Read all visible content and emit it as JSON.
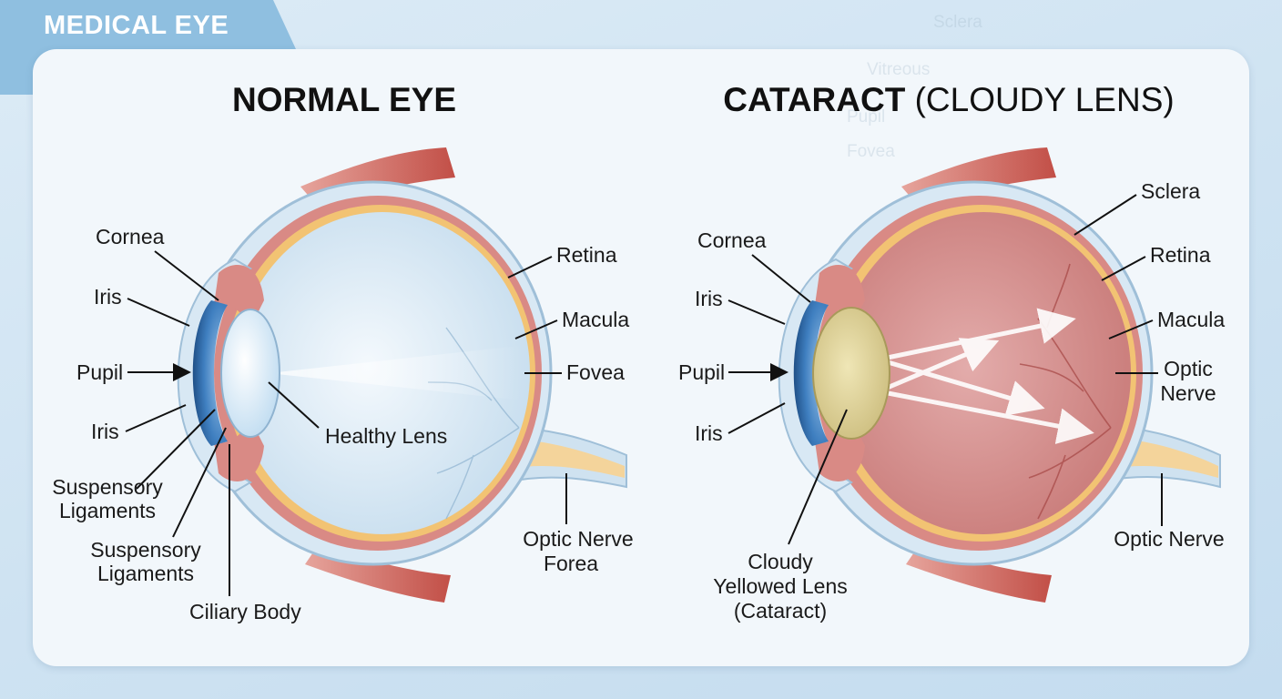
{
  "header": {
    "corner_label": "MEDICAL EYE"
  },
  "background_labels": [
    "Sclera",
    "Vitreous",
    "Pupil",
    "Fovea"
  ],
  "normal_eye": {
    "title": "NORMAL EYE",
    "labels": {
      "cornea": "Cornea",
      "iris_top": "Iris",
      "pupil": "Pupil",
      "iris_bottom": "Iris",
      "suspensory_1_line1": "Suspensory",
      "suspensory_1_line2": "Ligaments",
      "suspensory_2_line1": "Suspensory",
      "suspensory_2_line2": "Ligaments",
      "ciliary_body": "Ciliary Body",
      "healthy_lens": "Healthy Lens",
      "retina": "Retina",
      "macula": "Macula",
      "fovea": "Fovea",
      "optic_nerve_line1": "Optic Nerve",
      "optic_nerve_line2": "Forea"
    }
  },
  "cataract_eye": {
    "title_bold": "CATARACT",
    "title_rest": "(CLOUDY LENS)",
    "labels": {
      "cornea": "Cornea",
      "iris_top": "Iris",
      "pupil": "Pupil",
      "iris_bottom": "Iris",
      "lens_line1": "Cloudy",
      "lens_line2": "Yellowed Lens",
      "lens_line3": "(Cataract)",
      "sclera": "Sclera",
      "retina": "Retina",
      "macula": "Macula",
      "optic_nerve_top_line1": "Optic",
      "optic_nerve_top_line2": "Nerve",
      "optic_nerve_bottom": "Optic Nerve"
    }
  },
  "colors": {
    "sclera": "#cfe2f0",
    "choroid": "#d98a85",
    "retina_layer": "#f2c373",
    "vitreous_normal": "#dcebf6",
    "vitreous_cataract": "#d79896",
    "iris": "#3f7fc0",
    "muscle": "#c9625a",
    "healthy_lens": "#eaf5fc",
    "cloudy_lens": "#dccf8e",
    "optic_nerve": "#f4d49b"
  }
}
